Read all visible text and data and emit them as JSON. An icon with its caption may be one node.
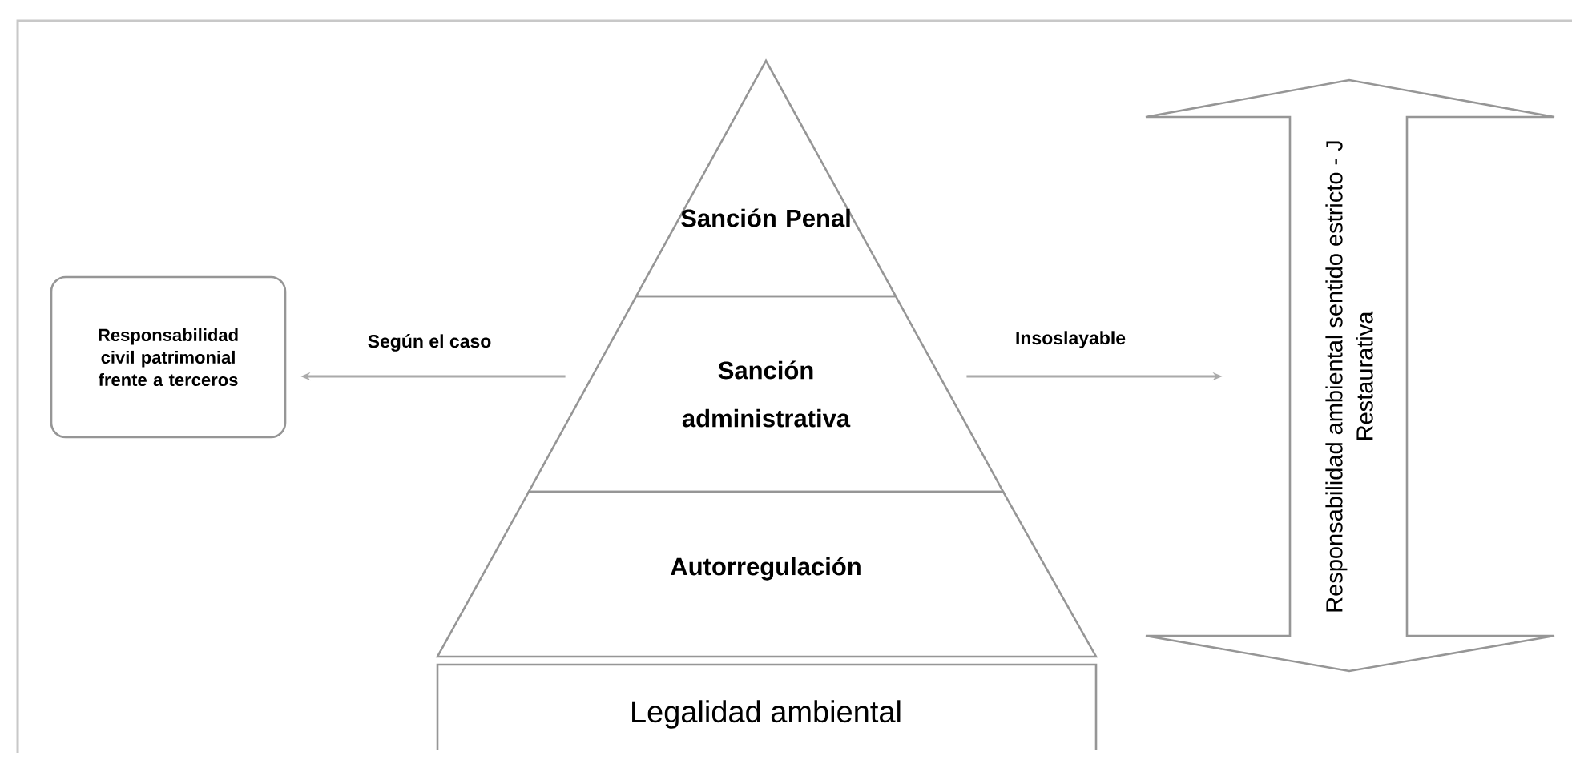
{
  "diagram": {
    "nodes": [
      {
        "text": [
          "Sanción Penal"
        ]
      },
      {
        "text": [
          "Sanción administrativa"
        ]
      },
      {
        "text": [
          "Autorregulación"
        ]
      },
      {
        "text": [
          "Legalidad ambiental"
        ]
      },
      {
        "text": [
          "Responsabilidad civil patrimonial frente a terceros"
        ]
      },
      {
        "text": [
          "Responsabilidad ambiental sentido estricto - J Restaurativa"
        ]
      }
    ],
    "edges": [
      {
        "from": 1,
        "to": 4,
        "arrow": "to",
        "label": "Según el caso"
      },
      {
        "from": 1,
        "to": 5,
        "arrow": "to",
        "label": "Insoslayable"
      }
    ]
  }
}
